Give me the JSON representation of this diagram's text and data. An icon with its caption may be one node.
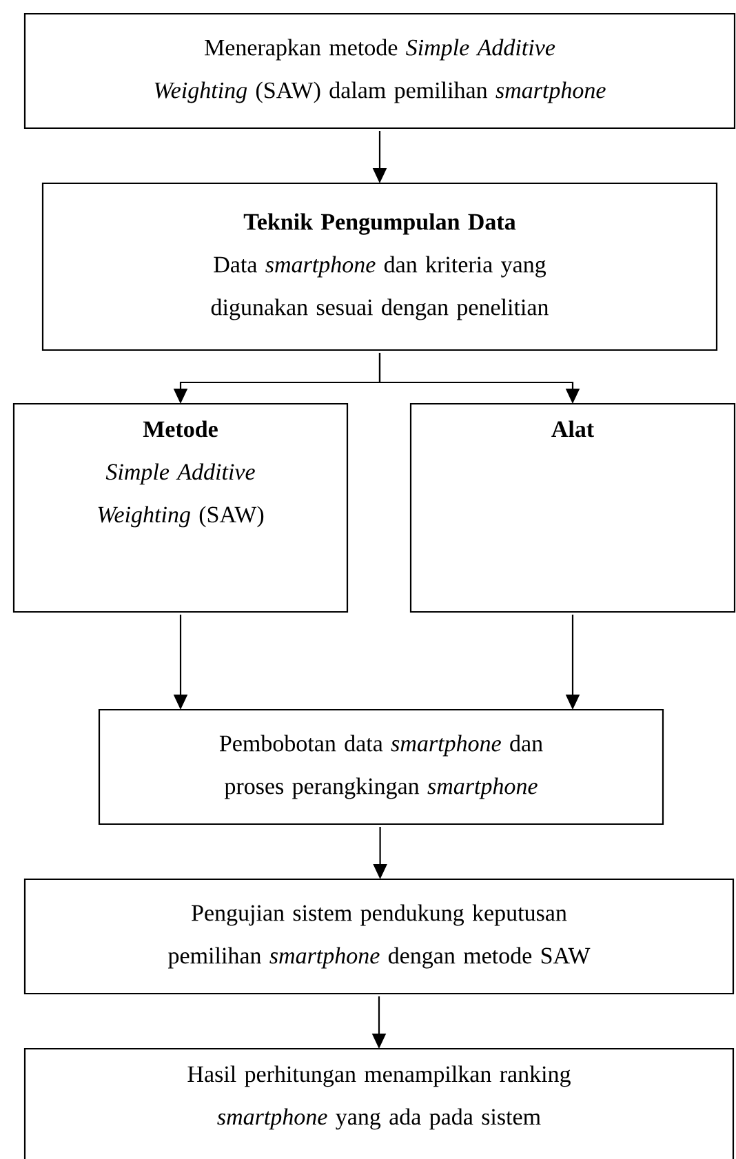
{
  "diagram": {
    "nodes": [
      {
        "text": [
          "Menerapkan metode *Simple Additive Weighting* (SAW) dalam pemilihan *smartphone*"
        ]
      },
      {
        "text": [
          "Teknik Pengumpulan Data",
          "Data *smartphone* dan kriteria yang digunakan sesuai dengan penelitian"
        ]
      },
      {
        "text": [
          "Metode",
          "*Simple Additive Weighting* (SAW)"
        ]
      },
      {
        "text": [
          "Alat"
        ]
      },
      {
        "text": [
          "Pembobotan data *smartphone* dan proses perangkingan *smartphone*"
        ]
      },
      {
        "text": [
          "Pengujian sistem pendukung keputusan pemilihan *smartphone* dengan metode SAW"
        ]
      },
      {
        "text": [
          "Hasil perhitungan menampilkan ranking *smartphone* yang ada pada sistem"
        ]
      }
    ],
    "edges": [
      {
        "from": 0,
        "to": 1,
        "arrow": "to"
      },
      {
        "from": 1,
        "to": 2,
        "arrow": "to"
      },
      {
        "from": 1,
        "to": 3,
        "arrow": "to"
      },
      {
        "from": 2,
        "to": 4,
        "arrow": "to"
      },
      {
        "from": 3,
        "to": 4,
        "arrow": "to"
      },
      {
        "from": 4,
        "to": 5,
        "arrow": "to"
      },
      {
        "from": 5,
        "to": 6,
        "arrow": "to"
      }
    ]
  }
}
